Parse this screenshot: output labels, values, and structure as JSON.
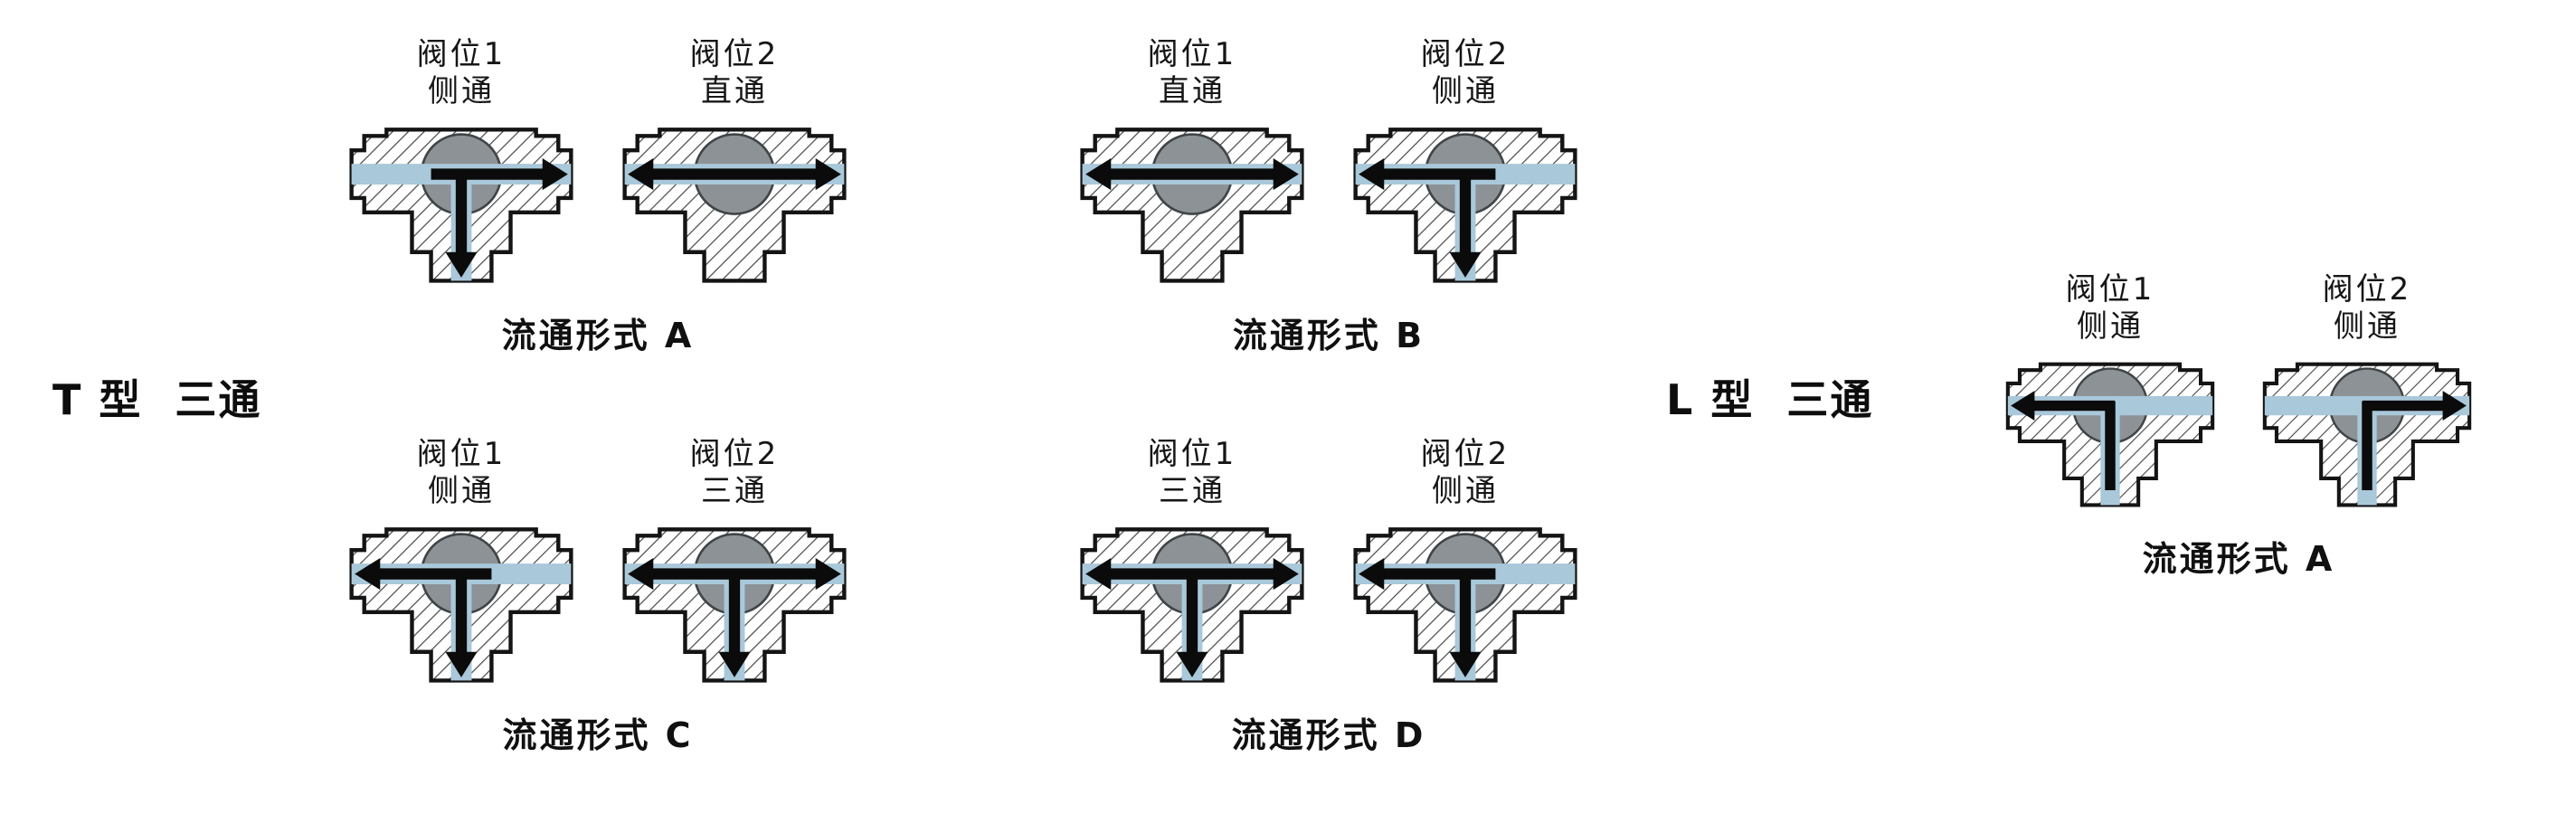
{
  "colors": {
    "channel": "#a9c8da",
    "ball": "#8c9296",
    "ball_stroke": "#3f4447",
    "outline": "#141414",
    "arrow": "#0b0b0b",
    "hatch_line": "#4a4a4a",
    "background": "#ffffff"
  },
  "sections": [
    {
      "id": "t-type",
      "label": "T 型  三通",
      "groups": [
        {
          "caption": "流通形式 A",
          "valves": [
            {
              "title": "阀位1",
              "subtitle": "侧通",
              "flow": "elbow-right"
            },
            {
              "title": "阀位2",
              "subtitle": "直通",
              "flow": "straight"
            }
          ]
        },
        {
          "caption": "流通形式 B",
          "valves": [
            {
              "title": "阀位1",
              "subtitle": "直通",
              "flow": "straight"
            },
            {
              "title": "阀位2",
              "subtitle": "侧通",
              "flow": "elbow-left"
            }
          ]
        },
        {
          "caption": "流通形式 C",
          "valves": [
            {
              "title": "阀位1",
              "subtitle": "侧通",
              "flow": "elbow-left"
            },
            {
              "title": "阀位2",
              "subtitle": "三通",
              "flow": "tee"
            }
          ]
        },
        {
          "caption": "流通形式 D",
          "valves": [
            {
              "title": "阀位1",
              "subtitle": "三通",
              "flow": "tee"
            },
            {
              "title": "阀位2",
              "subtitle": "侧通",
              "flow": "elbow-left"
            }
          ]
        }
      ]
    },
    {
      "id": "l-type",
      "label": "L 型  三通",
      "groups": [
        {
          "caption": "流通形式 A",
          "valves": [
            {
              "title": "阀位1",
              "subtitle": "侧通",
              "flow": "l-left"
            },
            {
              "title": "阀位2",
              "subtitle": "侧通",
              "flow": "l-right"
            }
          ]
        }
      ]
    }
  ]
}
